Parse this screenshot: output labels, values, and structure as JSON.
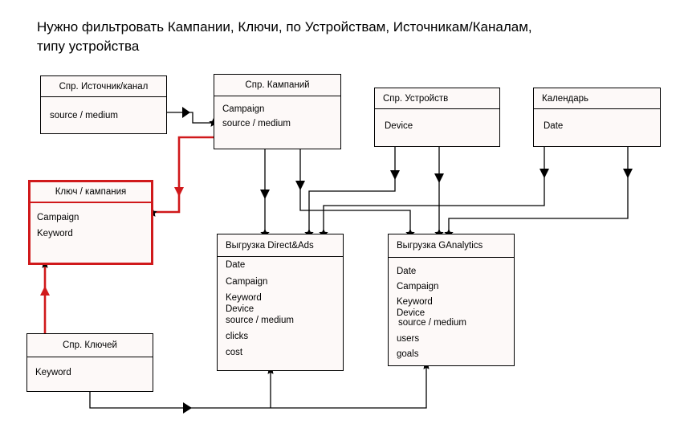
{
  "title": {
    "line1": "Нужно фильтровать Кампании, Ключи, по Устройствам, Источникам/Каналам,",
    "line2": "типу устройства"
  },
  "tables": {
    "source": {
      "name": "Спр. Источник/канал",
      "fields": [
        "source / medium"
      ]
    },
    "campaigns": {
      "name": "Спр. Кампаний",
      "fields": [
        "Campaign",
        "source / medium"
      ]
    },
    "devices": {
      "name": "Спр. Устройств",
      "fields": [
        "Device"
      ]
    },
    "calendar": {
      "name": "Календарь",
      "fields": [
        "Date"
      ]
    },
    "keycampaign": {
      "name": "Ключ / кампания",
      "fields": [
        "Campaign",
        "Keyword"
      ]
    },
    "direct": {
      "name": "Выгрузка Direct&Ads",
      "fields": [
        "Date",
        "Campaign",
        "Keyword",
        "Device",
        "source / medium",
        "clicks",
        "cost"
      ]
    },
    "ganalytics": {
      "name": "Выгрузка GAnalytics",
      "fields": [
        "Date",
        "Campaign",
        "Keyword",
        "Device",
        "source / medium",
        "users",
        "goals"
      ]
    },
    "keywords": {
      "name": "Спр. Ключей",
      "fields": [
        "Keyword"
      ]
    }
  },
  "colors": {
    "line": "#000000",
    "highlight": "#d0191b",
    "box_fill": "#fdf9f8"
  },
  "icons": {
    "one_side": "star-icon",
    "many_side": "arrowhead-icon"
  }
}
